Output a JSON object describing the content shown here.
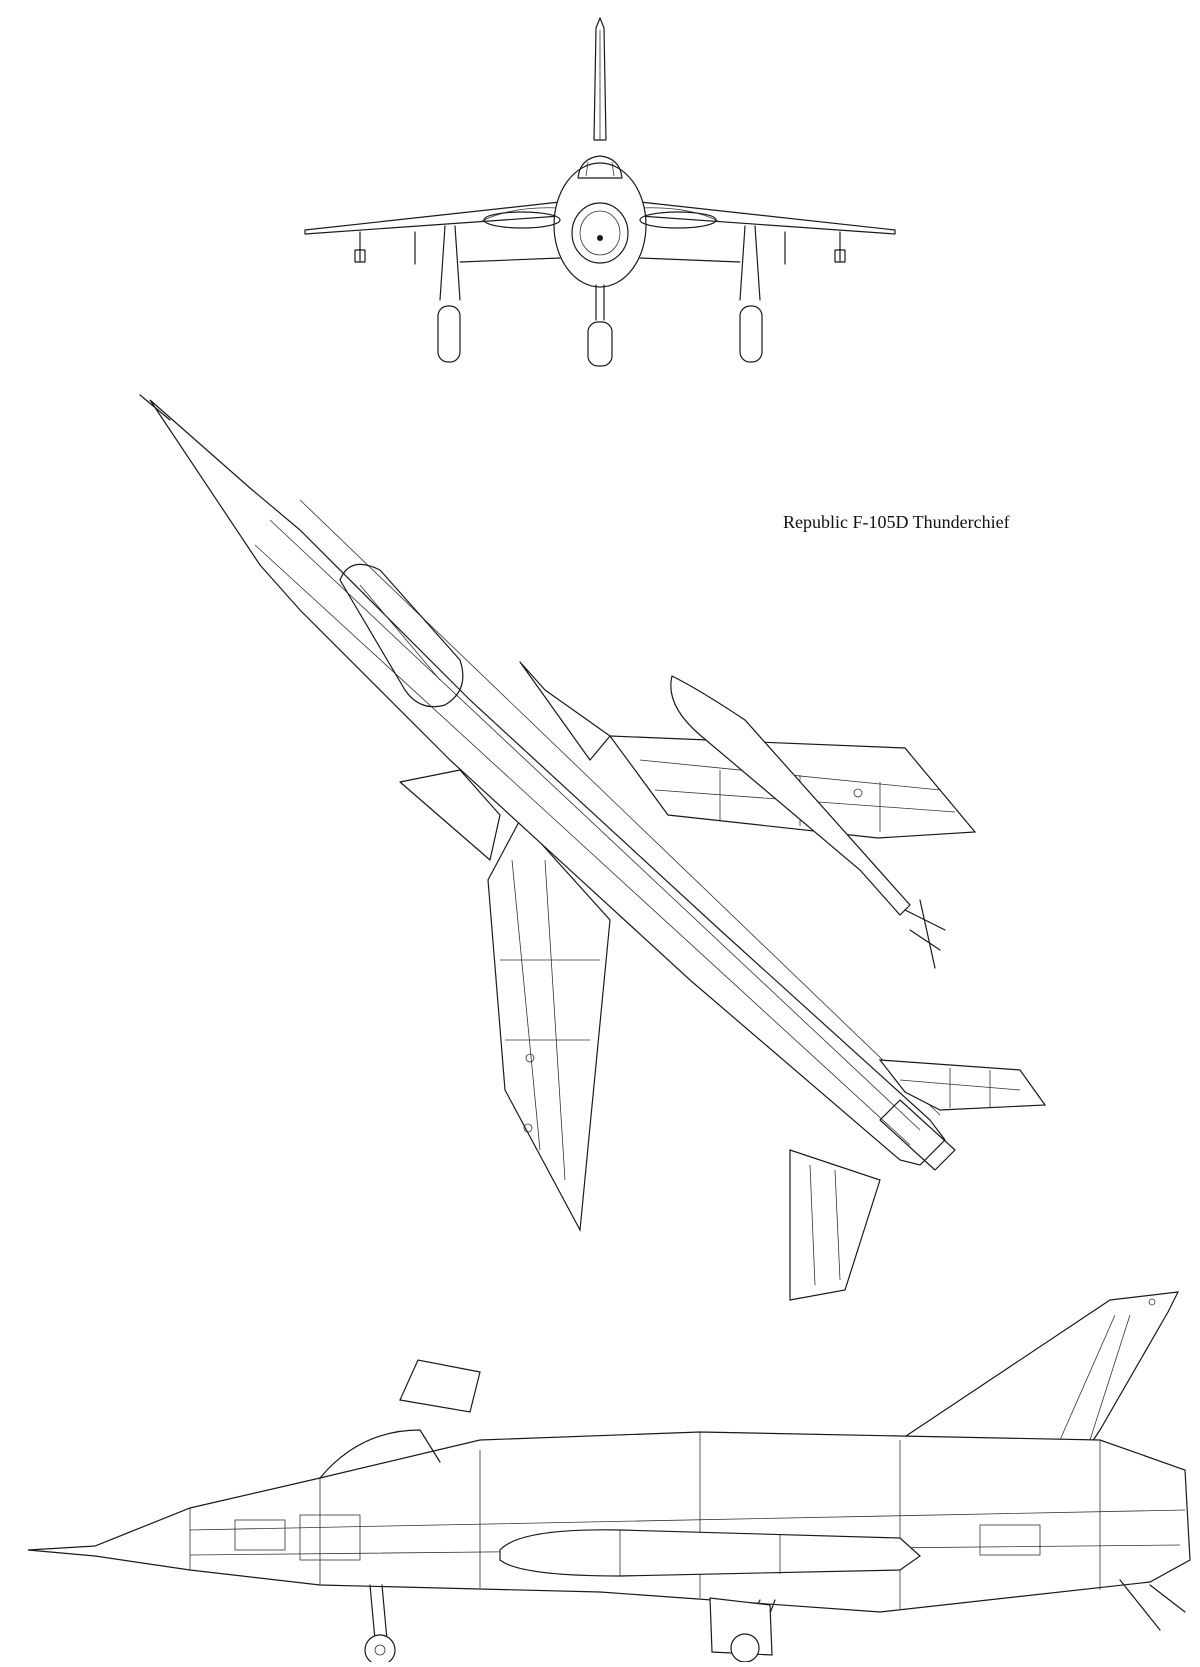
{
  "drawing": {
    "title": "Republic F-105D Thunderchief"
  },
  "views": [
    {
      "name": "front-view"
    },
    {
      "name": "top-view"
    },
    {
      "name": "side-view"
    }
  ],
  "colors": {
    "line": "#1a1a1a",
    "background": "#ffffff"
  }
}
